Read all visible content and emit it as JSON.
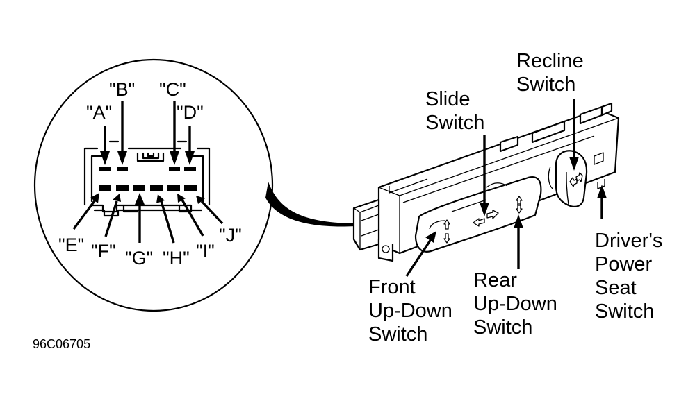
{
  "figure_code": "96C06705",
  "connector_detail": {
    "upper_row_pins": [
      "\"A\"",
      "\"B\"",
      "\"C\"",
      "\"D\""
    ],
    "lower_row_pins": [
      "\"E\"",
      "\"F\"",
      "\"G\"",
      "\"H\"",
      "\"I\"",
      "\"J\""
    ]
  },
  "callouts": {
    "recline_switch": [
      "Recline",
      "Switch"
    ],
    "slide_switch": [
      "Slide",
      "Switch"
    ],
    "front_up_down_switch": [
      "Front",
      "Up-Down",
      "Switch"
    ],
    "rear_up_down_switch": [
      "Rear",
      "Up-Down",
      "Switch"
    ],
    "drivers_power_seat_switch": [
      "Driver's",
      "Power",
      "Seat",
      "Switch"
    ]
  },
  "colors": {
    "ink": "#000000",
    "background": "#ffffff"
  }
}
